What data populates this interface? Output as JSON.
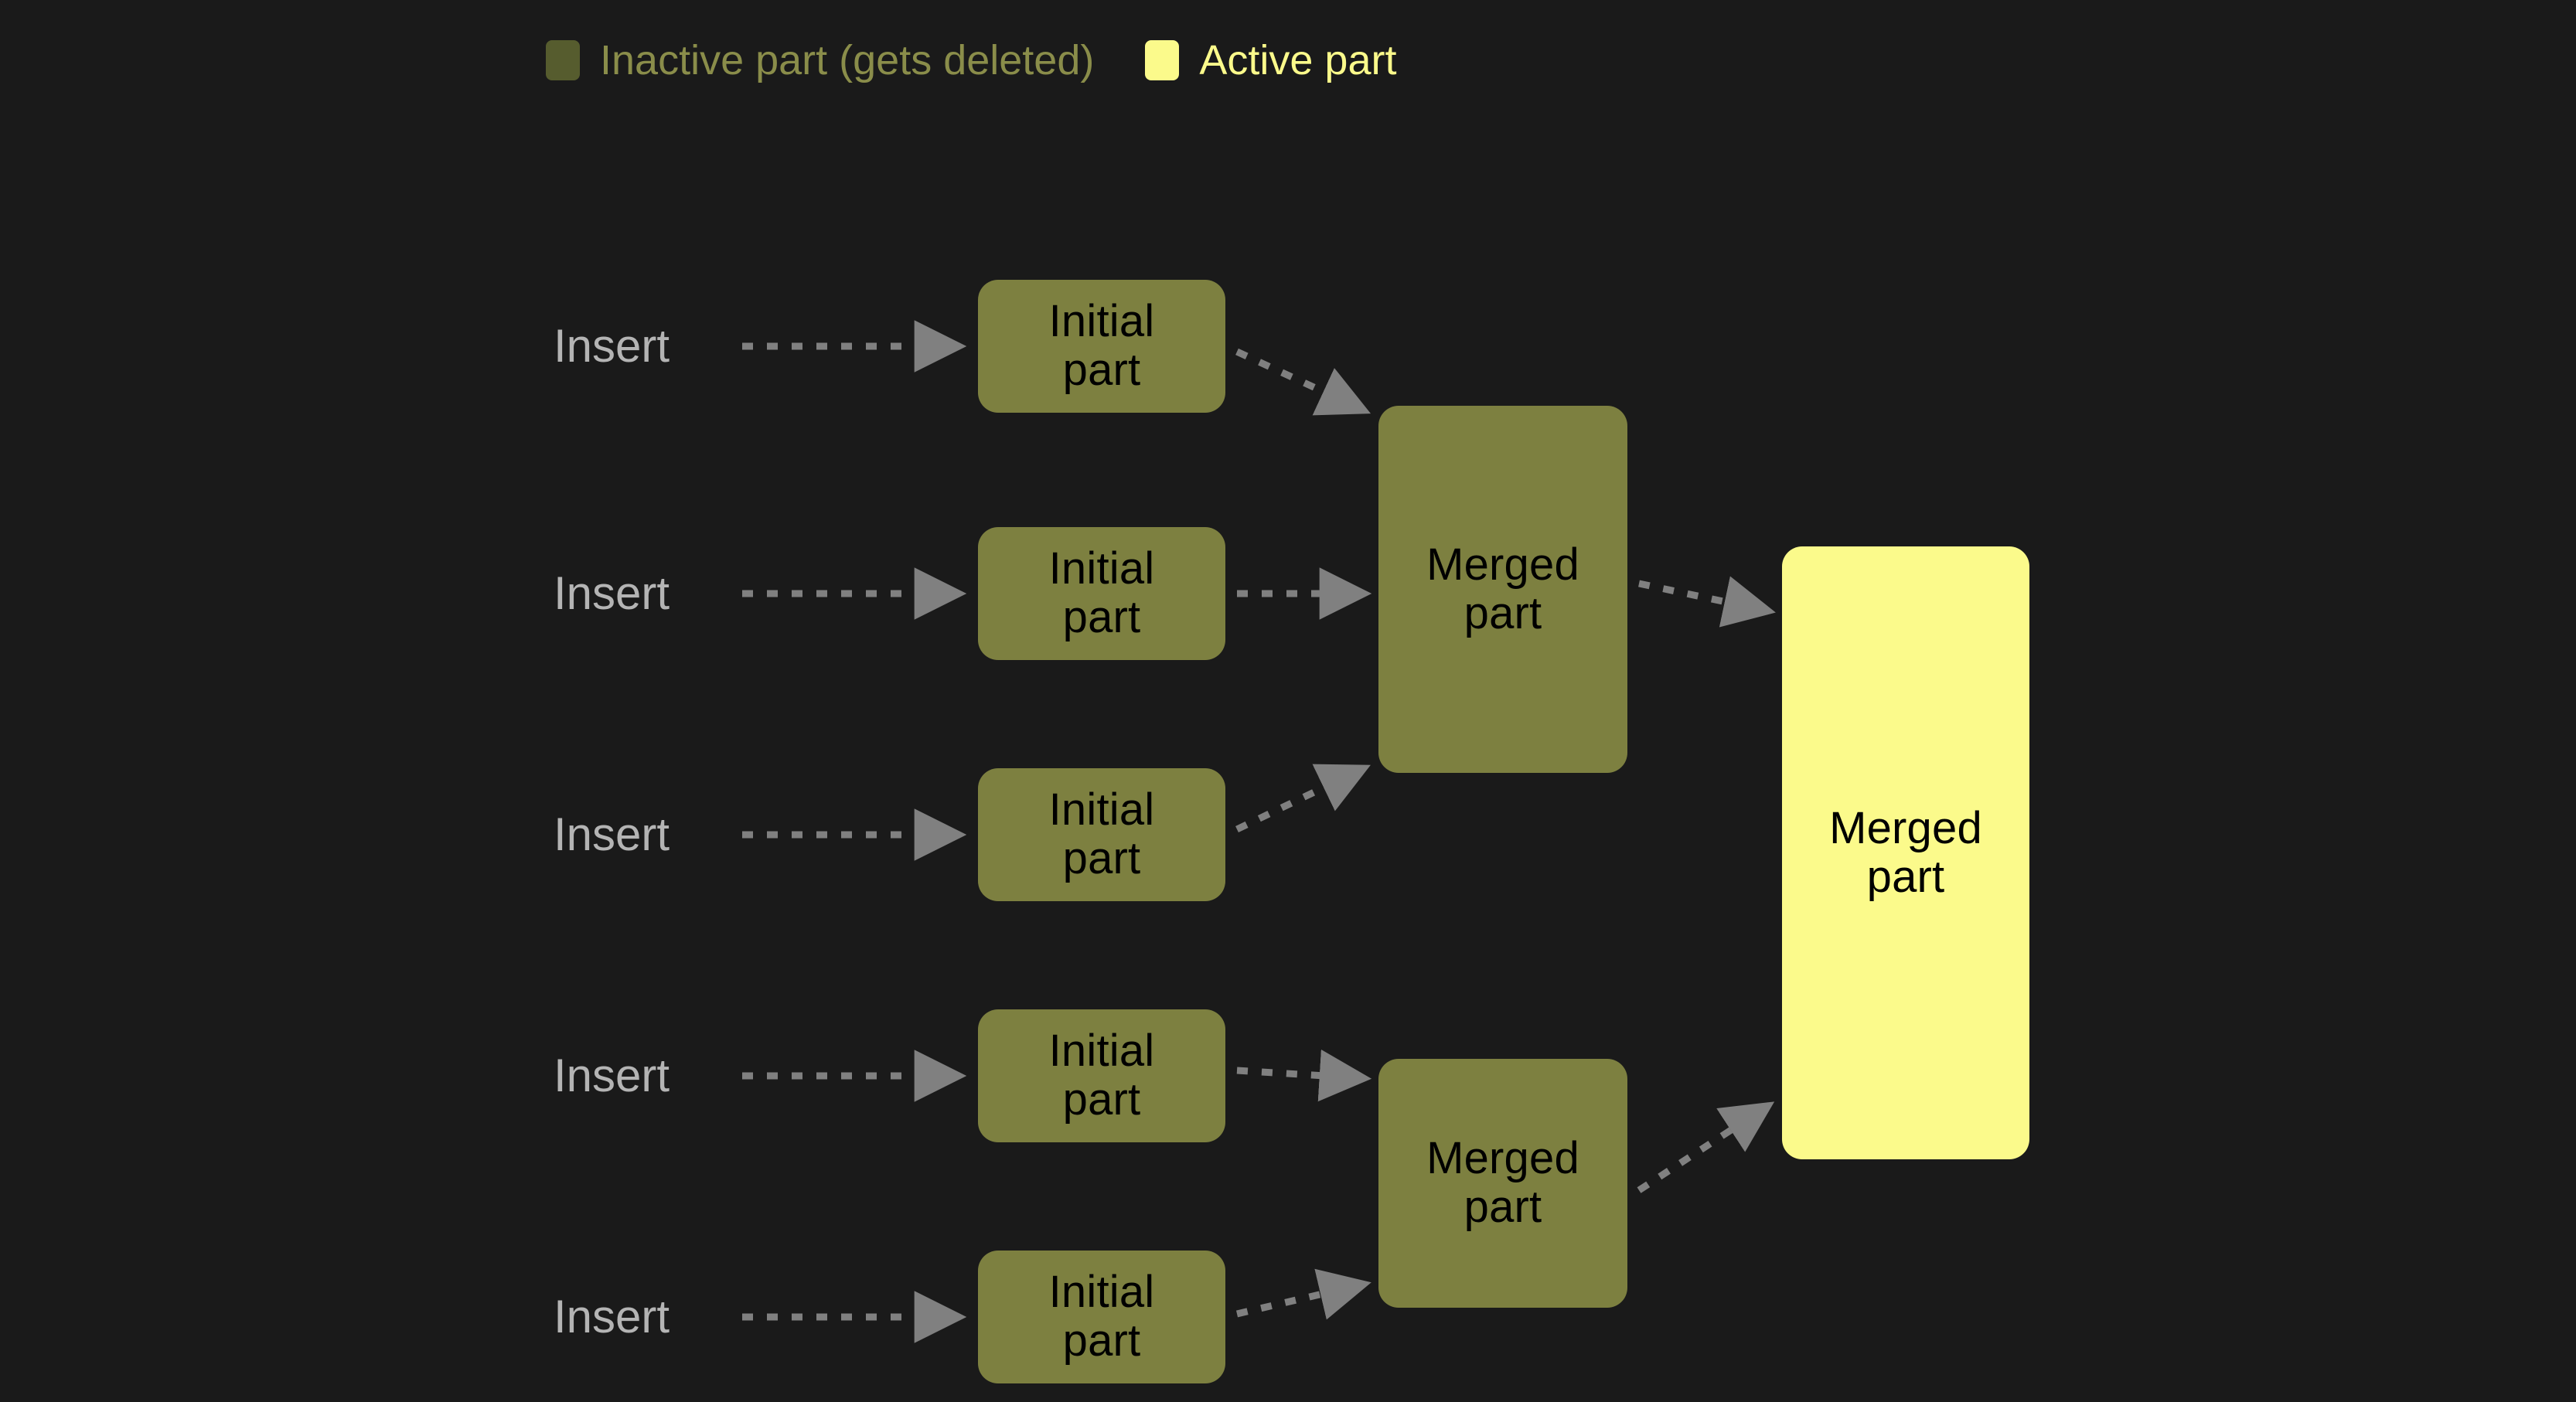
{
  "background_color": "#1a1a1a",
  "colors": {
    "inactive_fill": "#7d8040",
    "inactive_legend_swatch": "#565c2e",
    "inactive_legend_text": "#8a8d4a",
    "active_fill": "#fbfa8b",
    "active_legend_text": "#fbfa8b",
    "arrow": "#808080",
    "insert_text": "#b4b4b4",
    "node_text": "#000000"
  },
  "legend": {
    "items": [
      {
        "label": "Inactive part (gets deleted)",
        "swatch": "inactive",
        "swatch_color": "#565c2e",
        "text_color": "#8a8d4a"
      },
      {
        "label": "Active part",
        "swatch": "active",
        "swatch_color": "#fbfa8b",
        "text_color": "#fbfa8b"
      }
    ]
  },
  "insert_labels": [
    {
      "text": "Insert"
    },
    {
      "text": "Insert"
    },
    {
      "text": "Insert"
    },
    {
      "text": "Insert"
    },
    {
      "text": "Insert"
    }
  ],
  "nodes": {
    "initial_parts": [
      {
        "line1": "Initial",
        "line2": "part",
        "state": "inactive"
      },
      {
        "line1": "Initial",
        "line2": "part",
        "state": "inactive"
      },
      {
        "line1": "Initial",
        "line2": "part",
        "state": "inactive"
      },
      {
        "line1": "Initial",
        "line2": "part",
        "state": "inactive"
      },
      {
        "line1": "Initial",
        "line2": "part",
        "state": "inactive"
      }
    ],
    "merged_parts": [
      {
        "line1": "Merged",
        "line2": "part",
        "state": "inactive"
      },
      {
        "line1": "Merged",
        "line2": "part",
        "state": "inactive"
      }
    ],
    "final_part": {
      "line1": "Merged",
      "line2": "part",
      "state": "active"
    }
  }
}
